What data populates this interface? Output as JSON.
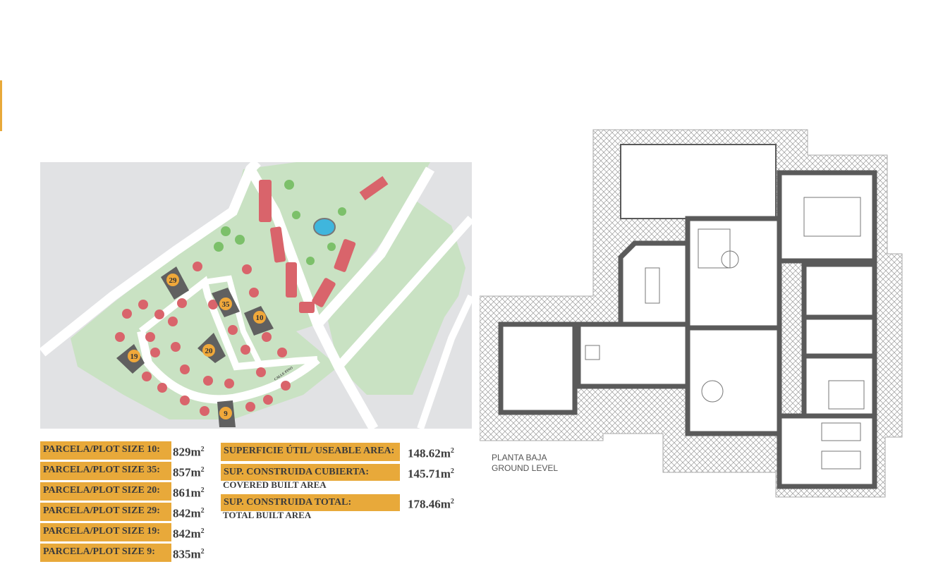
{
  "colors": {
    "accent": "#e8a93a",
    "green": "#c9e2c3",
    "road": "#ffffff",
    "ground": "#e1e2e4",
    "plot_dark": "#606060",
    "house": "#d9646b",
    "wall": "#5a5a5a"
  },
  "site_plan": {
    "highlighted_plots": [
      "29",
      "35",
      "10",
      "20",
      "19",
      "9"
    ],
    "street_label": "CALLE PINO"
  },
  "plot_sizes": [
    {
      "label": "PARCELA/PLOT SIZE 10:",
      "value": "829",
      "unit": "m",
      "exp": "2"
    },
    {
      "label": "PARCELA/PLOT SIZE 35:",
      "value": "857",
      "unit": "m",
      "exp": "2"
    },
    {
      "label": "PARCELA/PLOT SIZE 20:",
      "value": "861",
      "unit": "m",
      "exp": "2"
    },
    {
      "label": "PARCELA/PLOT SIZE 29:",
      "value": "842",
      "unit": "m",
      "exp": "2"
    },
    {
      "label": "PARCELA/PLOT SIZE 19:",
      "value": "842",
      "unit": "m",
      "exp": "2"
    },
    {
      "label": "PARCELA/PLOT SIZE 9:",
      "value": "835",
      "unit": "m",
      "exp": "2"
    }
  ],
  "areas": [
    {
      "label": "SUPERFICIE ÚTIL/ USEABLE AREA:",
      "sub": "",
      "value": "148.62",
      "unit": "m",
      "exp": "2"
    },
    {
      "label": "SUP. CONSTRUIDA CUBIERTA:",
      "sub": "COVERED BUILT AREA",
      "value": "145.71",
      "unit": "m",
      "exp": "2"
    },
    {
      "label": "SUP. CONSTRUIDA TOTAL:",
      "sub": "TOTAL BUILT AREA",
      "value": "178.46",
      "unit": "m",
      "exp": "2"
    }
  ],
  "floor_plan": {
    "title_es": "PLANTA BAJA",
    "title_en": "GROUND LEVEL"
  }
}
